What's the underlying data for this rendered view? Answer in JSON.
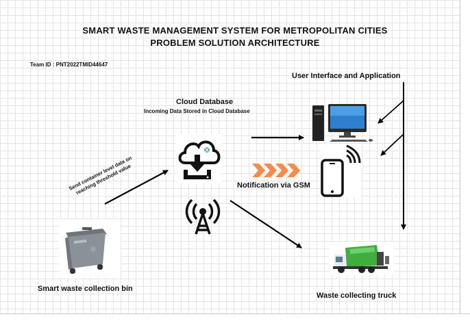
{
  "title": {
    "line1": "SMART WASTE MANAGEMENT SYSTEM FOR METROPOLITAN CITIES",
    "line2": "PROBLEM SOLUTION ARCHITECTURE"
  },
  "team_id": "Team ID : PNT2022TMID44647",
  "nodes": {
    "user_interface": "User Interface and Application",
    "cloud_database": "Cloud Database",
    "cloud_database_sub": "Incoming Data Stored in Cloud Database",
    "notification": "Notification via GSM",
    "bin": "Smart waste collection bin",
    "truck": "Waste collecting truck"
  },
  "edge_labels": {
    "send_line1": "Send container level data on",
    "send_line2": "reaching threshold value"
  },
  "icons": [
    "desktop-computer-icon",
    "smartphone-icon",
    "wifi-signal-icon",
    "cloud-download-icon",
    "antenna-tower-icon",
    "waste-bin-icon",
    "garbage-truck-icon",
    "chevron-arrows-icon"
  ],
  "colors": {
    "notification_arrows": "#f58b4c",
    "truck_body": "#3fae3f",
    "bin_body": "#7f868c",
    "cloud_accent": "#5aa7d6"
  }
}
